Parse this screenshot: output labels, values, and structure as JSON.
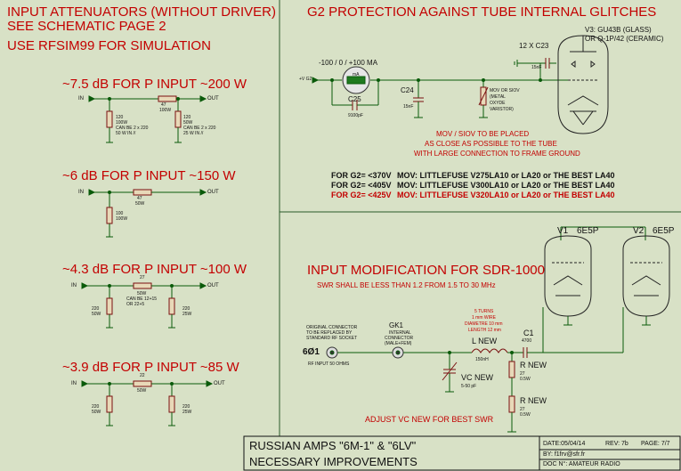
{
  "left": {
    "title1": "INPUT ATTENUATORS (WITHOUT DRIVER)",
    "title2": "SEE SCHEMATIC PAGE 2",
    "sim": "USE RFSIM99 FOR SIMULATION",
    "att1": {
      "heading": "~7.5 dB FOR P INPUT ~200 W",
      "in": "IN",
      "out": "OUT",
      "r_series": [
        "47",
        "100W"
      ],
      "r_shunt1": [
        "120",
        "100W",
        "CAN BE 2 x 220",
        "50 W  IN //"
      ],
      "r_shunt2": [
        "120",
        "50W",
        "CAN BE 2 x 220",
        "25 W  IN //"
      ]
    },
    "att2": {
      "heading": "~6 dB FOR P INPUT ~150 W",
      "in": "IN",
      "out": "OUT",
      "r_series": [
        "47",
        "50W"
      ],
      "r_shunt1": [
        "100",
        "100W"
      ]
    },
    "att3": {
      "heading": "~4.3 dB FOR P INPUT ~100 W",
      "in": "IN",
      "out": "OUT",
      "r_series": [
        "27",
        "50W",
        "CAN BE 12+15",
        "OR 22+5"
      ],
      "r_shunt1": [
        "220",
        "50W"
      ],
      "r_shunt2": [
        "220",
        "25W"
      ]
    },
    "att4": {
      "heading": "~3.9 dB FOR P INPUT ~85 W",
      "in": "IN",
      "out": "OUT",
      "r_series": [
        "22",
        "50W"
      ],
      "r_shunt1": [
        "220",
        "50W"
      ],
      "r_shunt2": [
        "220",
        "25W"
      ]
    }
  },
  "g2": {
    "title": "G2 PROTECTION AGAINST TUBE INTERNAL GLITCHES",
    "meter_range": "-100 / 0 / +100 MA",
    "meter_unit": "mA",
    "vg2": "+V G2",
    "c25": [
      "C25",
      "9100pF"
    ],
    "c24": [
      "C24",
      "15nF"
    ],
    "c23": [
      "12 X C23",
      "15nF"
    ],
    "mov": [
      "MOV OR SIOV",
      "(METAL",
      "OXYDE",
      "VARISTOR)"
    ],
    "v3": [
      "V3:  GU43B (GLASS)",
      "OR Q-1P/42 (CERAMIC)"
    ],
    "note": [
      "MOV / SIOV TO BE PLACED",
      "AS CLOSE AS POSSIBLE TO THE TUBE",
      "WITH LARGE CONNECTION TO FRAME GROUND"
    ],
    "mov_rows": [
      {
        "label": "FOR G2= <370V",
        "text": "MOV: LITTLEFUSE V275LA10 or LA20 or THE BEST LA40"
      },
      {
        "label": "FOR G2= <405V",
        "text": "MOV: LITTLEFUSE V300LA10 or LA20 or THE BEST LA40"
      },
      {
        "label": "FOR G2= <425V",
        "text": "MOV: LITTLEFUSE V320LA10 or LA20 or THE BEST LA40"
      }
    ]
  },
  "sdr": {
    "title": "INPUT MODIFICATION FOR SDR-1000",
    "swr": "SWR SHALL BE LESS THAN 1.2 FROM 1.5 TO 30 MHz",
    "orig": [
      "ORIGINAL CONNECTOR",
      "TO BE REPLACED BY",
      "STANDARD RF SOCKET"
    ],
    "conn": "6Ø1",
    "rf_in": "RF INPUT 50 OHMS",
    "gk1": [
      "GK1",
      "INTERNAL",
      "CONNECTOR",
      "(MALE+FEM)"
    ],
    "coil": [
      "5 TURNS",
      "1 mm WIRE",
      "DIAMETRE 10 mm",
      "LENGTH 12 mm"
    ],
    "lnew": [
      "L NEW",
      "150nH"
    ],
    "c1": [
      "C1",
      "4700"
    ],
    "rnew1": [
      "R NEW",
      "27",
      "0.5W"
    ],
    "rnew2": [
      "R NEW",
      "27",
      "0.5W"
    ],
    "vcnew": [
      "VC NEW",
      "5-50 pF"
    ],
    "adjust": "ADJUST VC NEW FOR BEST SWR",
    "v1": [
      "V1",
      "6E5P"
    ],
    "v2": [
      "V2",
      "6E5P"
    ]
  },
  "titleblock": {
    "line1": "RUSSIAN AMPS \"6M-1\" & \"6LV\"",
    "line2": "NECESSARY IMPROVEMENTS",
    "date": "DATE:05/04/14",
    "rev": "REV: 7b",
    "page": "PAGE: 7/7",
    "by": "BY:  f1frv@sfr.fr",
    "doc": "DOC N°: AMATEUR RADIO"
  },
  "colors": {
    "wire": "#0a5a0a",
    "text_red": "#c30000",
    "component": "#7a1010",
    "frame": "#2a5a2a"
  }
}
